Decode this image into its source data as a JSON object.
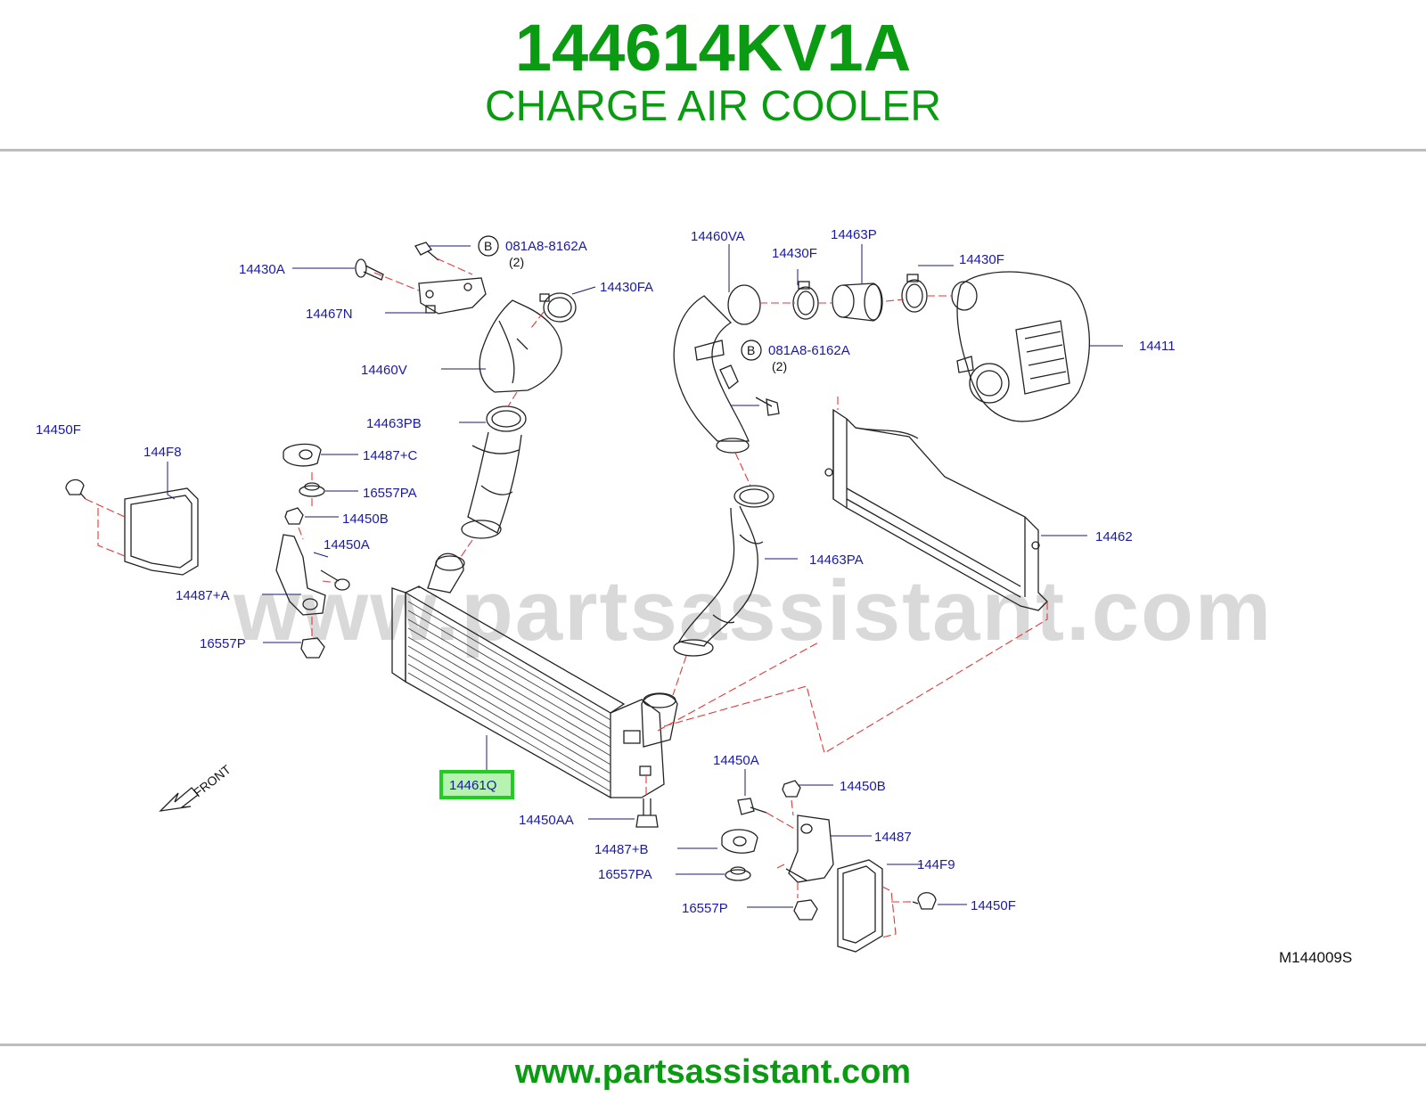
{
  "header": {
    "part_number": "144614KV1A",
    "part_name": "CHARGE AIR COOLER"
  },
  "watermark": "www.partsassistant.com",
  "footer": {
    "url": "www.partsassistant.com"
  },
  "diagram": {
    "reference": "M144009S",
    "front_label": "FRONT",
    "highlighted_callout": "14461Q",
    "callouts": {
      "c14430A": "14430A",
      "c14467N": "14467N",
      "c081A8_8162A": "081A8-8162A",
      "qty_8162A": "(2)",
      "c14430FA": "14430FA",
      "c14460V": "14460V",
      "c14460VA": "14460VA",
      "c14430F_1": "14430F",
      "c14463P": "14463P",
      "c14430F_2": "14430F",
      "c14411": "14411",
      "c081A8_6162A": "081A8-6162A",
      "qty_6162A": "(2)",
      "c14450F_left": "14450F",
      "c144F8": "144F8",
      "c14487C": "14487+C",
      "c14463PB": "14463PB",
      "c16557PA_left": "16557PA",
      "c14450B_left": "14450B",
      "c14450A_left": "14450A",
      "c14487A": "14487+A",
      "c16557P_left": "16557P",
      "c14463PA": "14463PA",
      "c14462": "14462",
      "c14461Q": "14461Q",
      "c14450AA": "14450AA",
      "c14450A_right": "14450A",
      "c14450B_right": "14450B",
      "c14487": "14487",
      "c14487B": "14487+B",
      "c16557PA_right": "16557PA",
      "c144F9": "144F9",
      "c16557P_right": "16557P",
      "c14450F_right": "14450F"
    },
    "bolt_symbol": "B"
  },
  "colors": {
    "brand_green": "#0b9b12",
    "callout_blue": "#1a1aa8",
    "leader_red": "#e03a3a",
    "highlight_box": "#22cc22",
    "highlight_fill": "#b6f3b0",
    "rule_gray": "#bdbdbd"
  }
}
